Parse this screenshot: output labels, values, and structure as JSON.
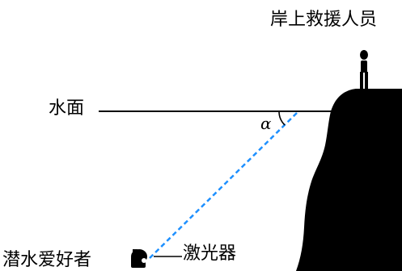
{
  "labels": {
    "rescuers": "岸上救援人员",
    "water_surface": "水面",
    "diver": "潜水爱好者",
    "laser": "激光器",
    "angle": "α"
  },
  "colors": {
    "ink": "#000000",
    "laser_beam": "#1e90ff",
    "background": "#ffffff"
  },
  "elements": {
    "beam_style": "dashed",
    "angle_symbol": "alpha"
  }
}
